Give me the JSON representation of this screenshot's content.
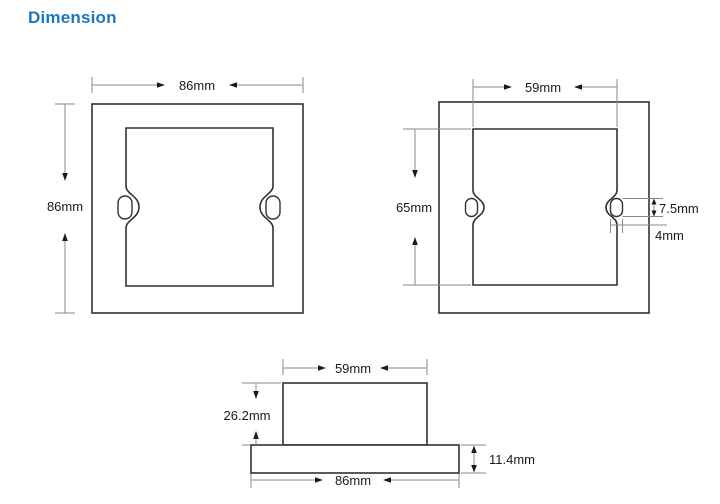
{
  "title": "Dimension",
  "colors": {
    "title_blue": "#1a78c2",
    "outline": "#323232",
    "dimension_line": "#8a8a8a",
    "label_text": "#1a1a1a"
  },
  "front_view": {
    "width_label": "86mm",
    "height_label": "86mm"
  },
  "rear_view": {
    "width_label": "59mm",
    "height_label": "65mm",
    "slot_height_label": "7.5mm",
    "slot_width_label": "4mm"
  },
  "side_view": {
    "top_width_label": "59mm",
    "height_label": "26.2mm",
    "base_width_label": "86mm",
    "base_height_label": "11.4mm"
  }
}
